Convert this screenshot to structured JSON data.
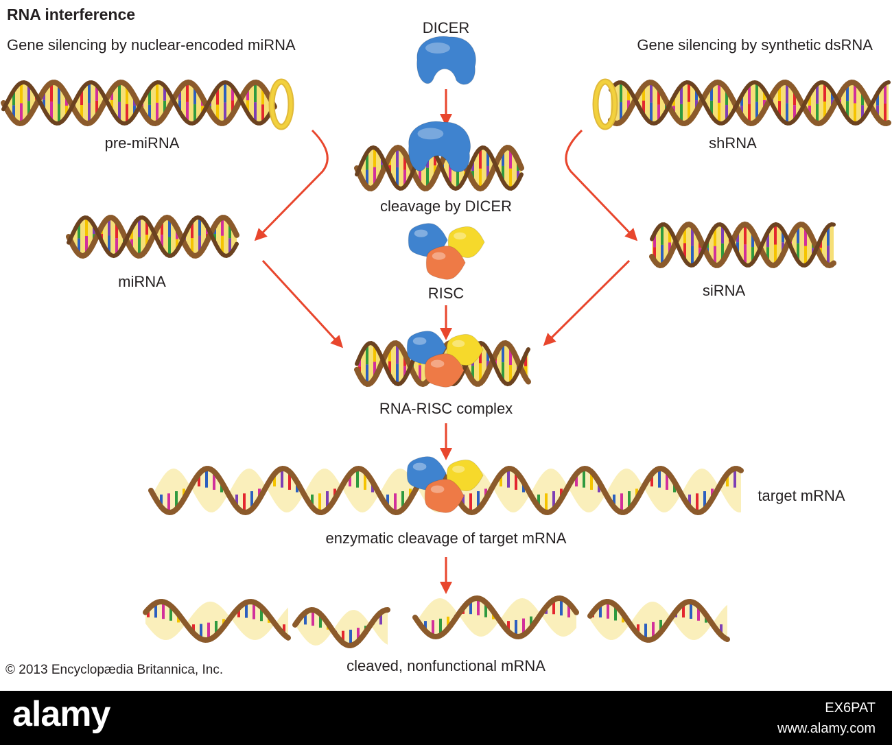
{
  "title": "RNA interference",
  "left_heading": "Gene silencing by nuclear-encoded miRNA",
  "right_heading": "Gene silencing by synthetic dsRNA",
  "labels": {
    "dicer": "DICER",
    "pre_mirna": "pre-miRNA",
    "shrna": "shRNA",
    "cleavage_by_dicer": "cleavage by DICER",
    "mirna": "miRNA",
    "sirna": "siRNA",
    "risc": "RISC",
    "rna_risc_complex": "RNA-RISC complex",
    "target_mrna": "target mRNA",
    "enzymatic_cleavage": "enzymatic cleavage of target mRNA",
    "cleaved_mrna": "cleaved, nonfunctional mRNA"
  },
  "copyright": "© 2013 Encyclopædia Britannica, Inc.",
  "watermark": {
    "brand": "alamy",
    "image_id": "EX6PAT",
    "site": "www.alamy.com"
  },
  "colors": {
    "backbone": "#8b5a2b",
    "backbone_dark": "#6b4220",
    "ribbon": "#f2d13d",
    "arrow": "#e8462d",
    "dicer_blue": "#3f83cf",
    "risc_yellow": "#f6d92b",
    "risc_orange": "#ee7a46",
    "bases": [
      "#e3262f",
      "#2c5fbf",
      "#d22f9b",
      "#2f9a3f",
      "#f5c400",
      "#7d3fb5"
    ]
  },
  "icons": [
    "dicer-protein-icon",
    "risc-complex-icon",
    "rna-helix-icon",
    "arrow-icon"
  ]
}
